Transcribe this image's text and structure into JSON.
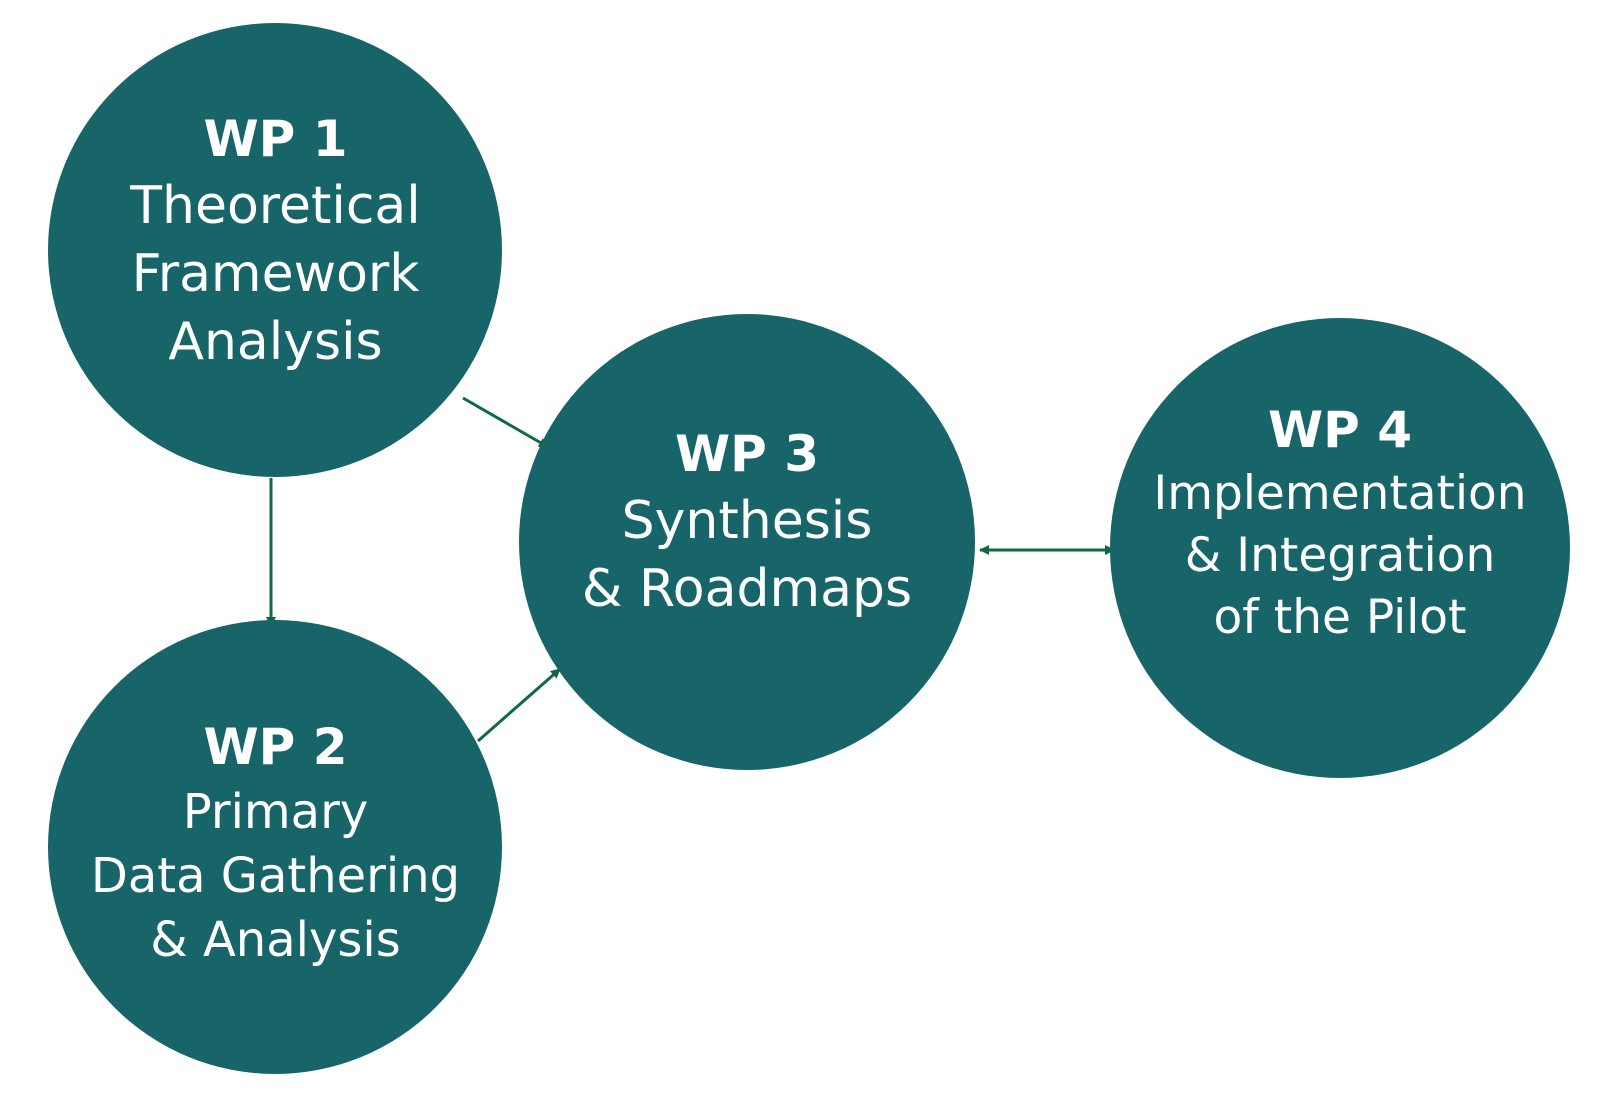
{
  "colors": {
    "node_fill": "#176568",
    "arrow": "#0f6a3e",
    "text": "#ffffff",
    "background": "#ffffff"
  },
  "nodes": [
    {
      "id": "wp1",
      "title": "WP 1",
      "lines": [
        "Theoretical",
        "Framework",
        "Analysis"
      ]
    },
    {
      "id": "wp2",
      "title": "WP 2",
      "lines": [
        "Primary",
        "Data Gathering",
        "& Analysis"
      ]
    },
    {
      "id": "wp3",
      "title": "WP 3",
      "lines": [
        "Synthesis",
        "& Roadmaps"
      ]
    },
    {
      "id": "wp4",
      "title": "WP 4",
      "lines": [
        "Implementation",
        "& Integration",
        "of the Pilot"
      ]
    }
  ],
  "edges": [
    {
      "from": "wp1",
      "to": "wp2",
      "direction": "forward"
    },
    {
      "from": "wp1",
      "to": "wp3",
      "direction": "forward"
    },
    {
      "from": "wp2",
      "to": "wp3",
      "direction": "forward"
    },
    {
      "from": "wp3",
      "to": "wp4",
      "direction": "both"
    }
  ]
}
